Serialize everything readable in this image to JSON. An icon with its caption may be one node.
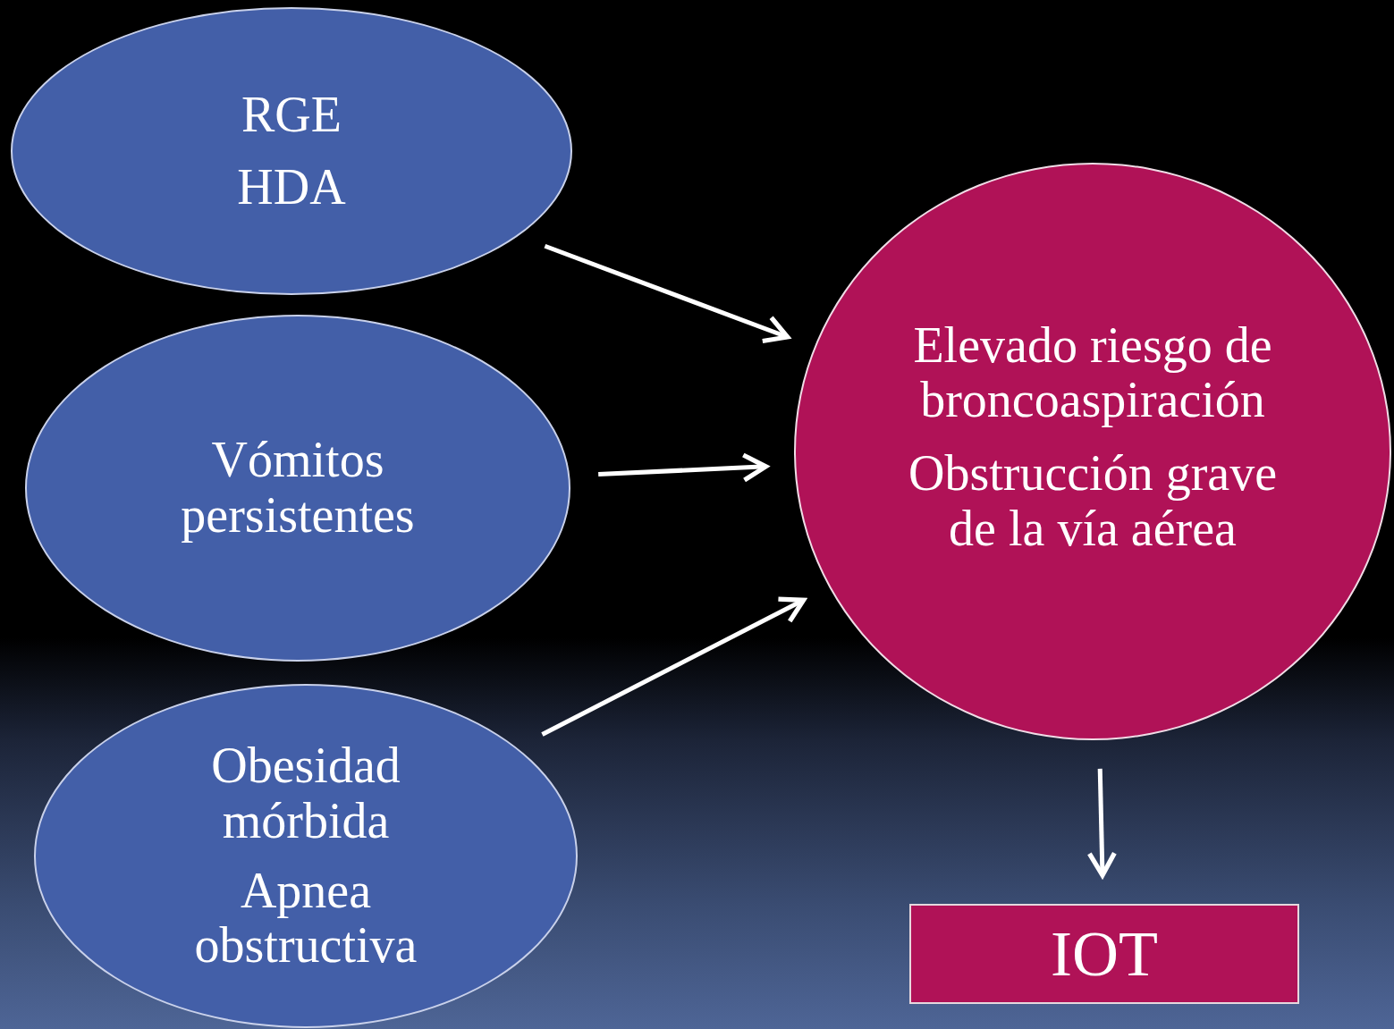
{
  "diagram": {
    "nodes": [
      {
        "text": [
          "RGE",
          "HDA"
        ]
      },
      {
        "text": [
          "Vómitos persistentes"
        ]
      },
      {
        "text": [
          "Obesidad mórbida",
          "Apnea obstructiva"
        ]
      },
      {
        "text": [
          "Elevado riesgo de broncoaspiración",
          "Obstrucción grave de la vía aérea"
        ]
      },
      {
        "text": [
          "IOT"
        ]
      }
    ],
    "edges": [
      {
        "from": 0,
        "to": 3,
        "arrow": "to"
      },
      {
        "from": 1,
        "to": 3,
        "arrow": "to"
      },
      {
        "from": 2,
        "to": 3,
        "arrow": "to"
      },
      {
        "from": 3,
        "to": 4,
        "arrow": "to"
      }
    ]
  }
}
